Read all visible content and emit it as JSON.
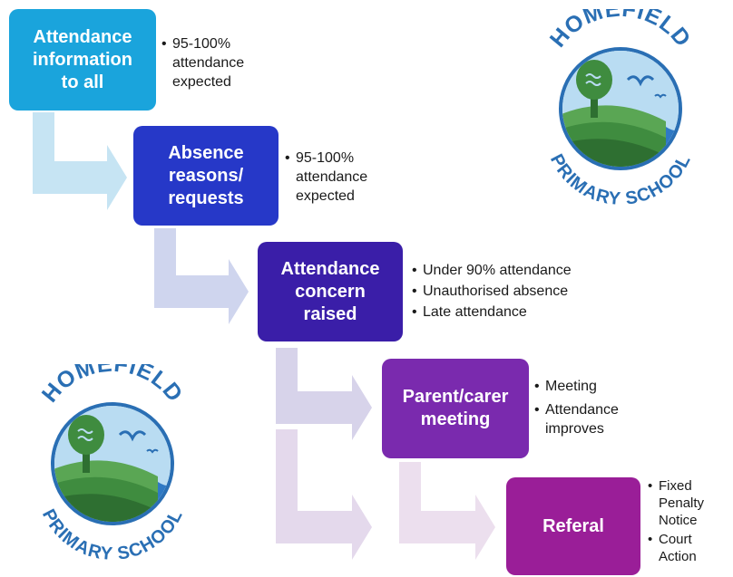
{
  "colors": {
    "step1": "#1aa4dc",
    "step2": "#2638c8",
    "step3": "#3a1ea8",
    "step4": "#7a2aae",
    "step5": "#9a1e98",
    "arrow1": "#c6e4f3",
    "arrow2": "#cfd5ee",
    "arrow3": "#d7d3ea",
    "arrow4": "#e4d9ec",
    "arrow5": "#ecdfee",
    "logo_text": "#2a6fb4",
    "logo_ring": "#2a6fb4"
  },
  "steps": [
    {
      "label": "Attendance\ninformation\nto all",
      "bullets": [
        "95-100%\nattendance\nexpected"
      ]
    },
    {
      "label": "Absence\nreasons/\nrequests",
      "bullets": [
        "95-100%\nattendance\nexpected"
      ]
    },
    {
      "label": "Attendance\nconcern\nraised",
      "bullets": [
        "Under 90% attendance",
        "Unauthorised absence",
        "Late attendance"
      ]
    },
    {
      "label": "Parent/carer\nmeeting",
      "bullets": [
        "Meeting",
        "Attendance\nimproves"
      ]
    },
    {
      "label": "Referal",
      "bullets": [
        "Fixed\nPenalty\nNotice",
        "Court\nAction"
      ]
    }
  ],
  "logos": [
    {
      "top_text": "HOMEFIELD",
      "bottom_text": "PRIMARY SCHOOL",
      "icons": [
        "tree-icon",
        "bird-icon",
        "hill-icon",
        "wave-icon"
      ]
    },
    {
      "top_text": "HOMEFIELD",
      "bottom_text": "PRIMARY SCHOOL",
      "icons": [
        "tree-icon",
        "bird-icon",
        "hill-icon",
        "wave-icon"
      ]
    }
  ]
}
